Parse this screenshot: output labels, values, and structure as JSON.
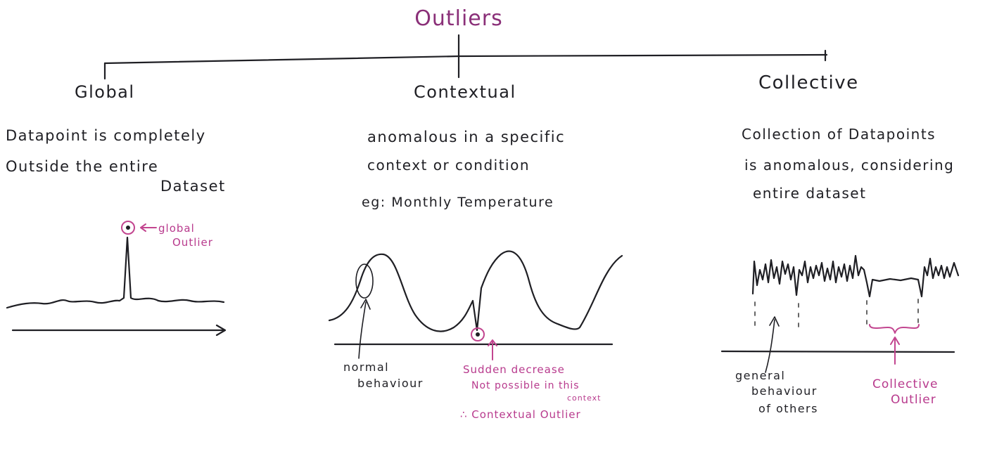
{
  "title": "Outliers",
  "colors": {
    "ink": "#1f1f24",
    "accent": "#b83a8d"
  },
  "branches": [
    {
      "heading": "Global",
      "description": [
        "Datapoint is  completely",
        "Outside the  entire",
        "Dataset"
      ],
      "annotations": [
        "global",
        "Outlier"
      ]
    },
    {
      "heading": "Contextual",
      "description": [
        "anomalous in a specific",
        "context or condition",
        "eg: Monthly  Temperature"
      ],
      "normal_label": [
        "normal",
        "behaviour"
      ],
      "annotations": [
        "Sudden decrease",
        "Not possible in this",
        "context",
        "∴ Contextual  Outlier"
      ]
    },
    {
      "heading": "Collective",
      "description": [
        "Collection of Datapoints",
        "is anomalous, considering",
        "entire dataset"
      ],
      "general_label": [
        "general",
        "behaviour",
        "of others"
      ],
      "annotations": [
        "Collective",
        "Outlier"
      ]
    }
  ]
}
